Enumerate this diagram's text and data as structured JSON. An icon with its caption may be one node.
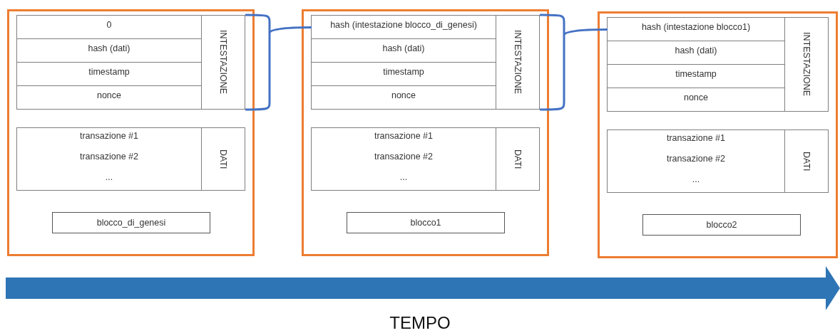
{
  "diagram": {
    "nodes": [
      {
        "text": [],
        "shape": "box"
      },
      {
        "text": [
          "INTESTAZIONE"
        ],
        "in": 0
      },
      {
        "text": [
          "0"
        ],
        "in": 1
      },
      {
        "text": [
          "hash (dati)"
        ],
        "in": 1
      },
      {
        "text": [
          "timestamp"
        ],
        "in": 1
      },
      {
        "text": [
          "nonce"
        ],
        "in": 1
      },
      {
        "text": [
          "DATI"
        ],
        "in": 0
      },
      {
        "text": [
          "transazione #1",
          "transazione #2",
          "..."
        ],
        "in": 6
      },
      {
        "text": [
          "blocco_di_genesi"
        ],
        "in": 0
      },
      {
        "text": [],
        "shape": "box"
      },
      {
        "text": [
          "INTESTAZIONE"
        ],
        "in": 9
      },
      {
        "text": [
          "hash (intestazione blocco_di_genesi)"
        ],
        "in": 10
      },
      {
        "text": [
          "hash (dati)"
        ],
        "in": 10
      },
      {
        "text": [
          "timestamp"
        ],
        "in": 10
      },
      {
        "text": [
          "nonce"
        ],
        "in": 10
      },
      {
        "text": [
          "DATI"
        ],
        "in": 9
      },
      {
        "text": [
          "transazione #1",
          "transazione #2",
          "..."
        ],
        "in": 15
      },
      {
        "text": [
          "blocco1"
        ],
        "in": 9
      },
      {
        "text": [],
        "shape": "box"
      },
      {
        "text": [
          "INTESTAZIONE"
        ],
        "in": 18
      },
      {
        "text": [
          "hash (intestazione blocco1)"
        ],
        "in": 19
      },
      {
        "text": [
          "hash (dati)"
        ],
        "in": 19
      },
      {
        "text": [
          "timestamp"
        ],
        "in": 19
      },
      {
        "text": [
          "nonce"
        ],
        "in": 19
      },
      {
        "text": [
          "DATI"
        ],
        "in": 18
      },
      {
        "text": [
          "transazione #1",
          "transazione #2",
          "..."
        ],
        "in": 24
      },
      {
        "text": [
          "blocco2"
        ],
        "in": 18
      }
    ],
    "edges": [
      {
        "from": 1,
        "to": 11,
        "arrow": "none"
      },
      {
        "from": 10,
        "to": 20,
        "arrow": "none"
      }
    ],
    "labels": [
      "TEMPO"
    ]
  }
}
